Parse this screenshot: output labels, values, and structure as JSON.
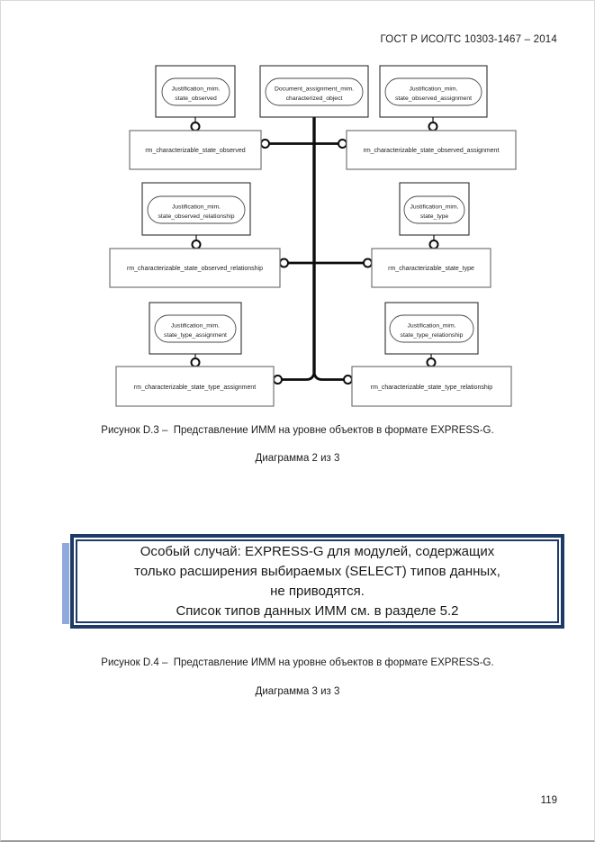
{
  "page": {
    "header": "ГОСТ Р ИСО/ТС 10303-1467 – 2014",
    "number": "119"
  },
  "figure_d3": {
    "caption": "Рисунок D.3 –  Представление ИММ на уровне объектов в формате EXPRESS-G.",
    "subcaption": "Диаграмма 2 из 3"
  },
  "figure_d4": {
    "caption": "Рисунок D.4 –  Представление ИММ на уровне объектов в формате EXPRESS-G.",
    "subcaption": "Диаграмма 3 из 3"
  },
  "notice_box": {
    "border_color": "#1e3a67",
    "shadow_color": "#8fa9dc",
    "lines": [
      "Особый случай: EXPRESS-G для модулей, содержащих",
      "только расширения выбираемых (SELECT) типов данных,",
      "не приводятся.",
      "Список типов данных ИММ см. в разделе 5.2"
    ]
  },
  "diagram": {
    "ref_nodes": [
      {
        "line1": "Justification_mim.",
        "line2": "state_observed"
      },
      {
        "line1": "Document_assignment_mim.",
        "line2": "characterized_object"
      },
      {
        "line1": "Justification_mim.",
        "line2": "state_observed_assignment"
      },
      {
        "line1": "Justification_mim.",
        "line2": "state_observed_relationship"
      },
      {
        "line1": "Justification_mim.",
        "line2": "state_type"
      },
      {
        "line1": "Justification_mim.",
        "line2": "state_type_assignment"
      },
      {
        "line1": "Justification_mim.",
        "line2": "state_type_relationship"
      }
    ],
    "entity_nodes": [
      "rm_characterizable_state_observed",
      "rm_characterizable_state_observed_assignment",
      "rm_characterizable_state_observed_relationship",
      "rm_characterizable_state_type",
      "rm_characterizable_state_type_assignment",
      "rm_characterizable_state_type_relationship"
    ]
  }
}
